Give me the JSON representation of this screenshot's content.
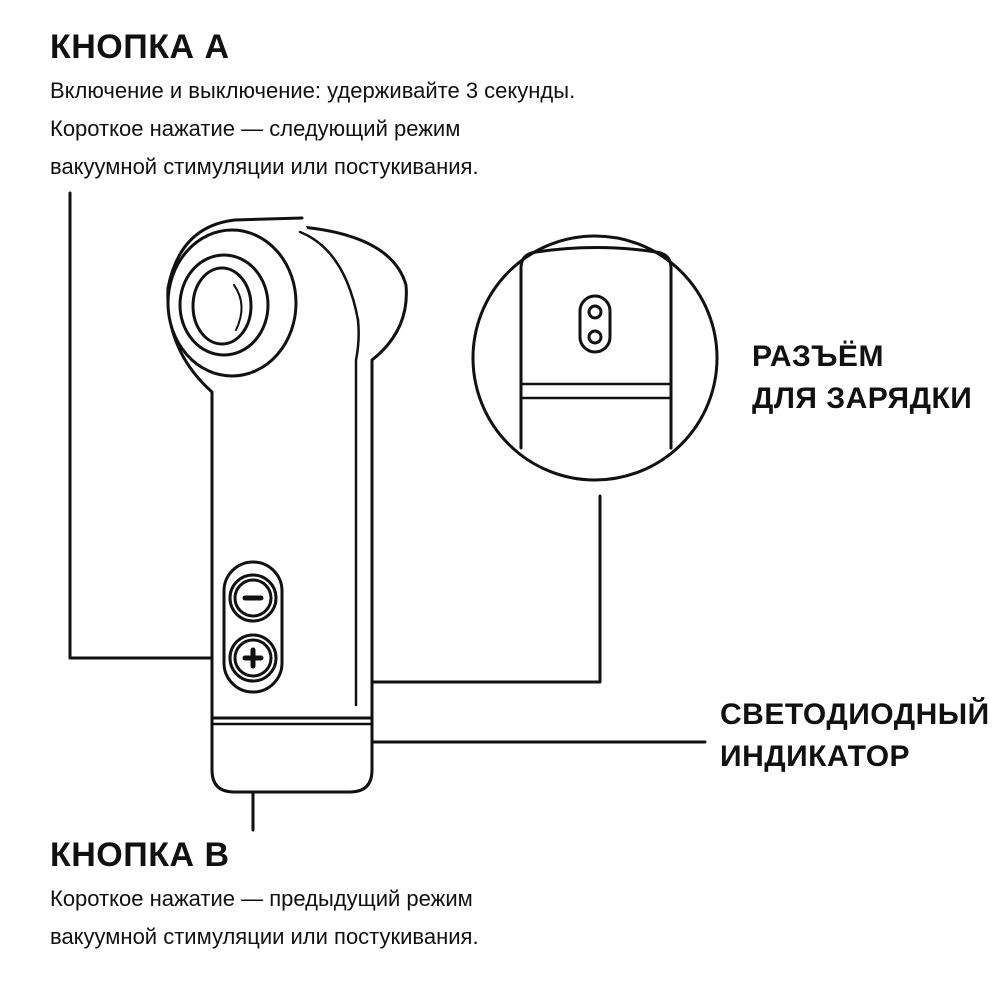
{
  "button_a": {
    "title": "КНОПКА А",
    "lines": [
      "Включение и выключение: удерживайте 3 секунды.",
      "Короткое нажатие — следующий режим",
      "вакуумной стимуляции или постукивания."
    ]
  },
  "charging_port": {
    "lines": [
      "РАЗЪЁМ",
      "ДЛЯ ЗАРЯДКИ"
    ]
  },
  "led_indicator": {
    "lines": [
      "СВЕТОДИОДНЫЙ",
      "ИНДИКАТОР"
    ]
  },
  "button_b": {
    "title": "КНОПКА В",
    "lines": [
      "Короткое нажатие — предыдущий режим",
      "вакуумной стимуляции или постукивания."
    ]
  },
  "icons": {
    "minus_button": "minus-icon",
    "plus_button": "plus-icon"
  },
  "colors": {
    "line": "#111111",
    "background": "#ffffff"
  }
}
